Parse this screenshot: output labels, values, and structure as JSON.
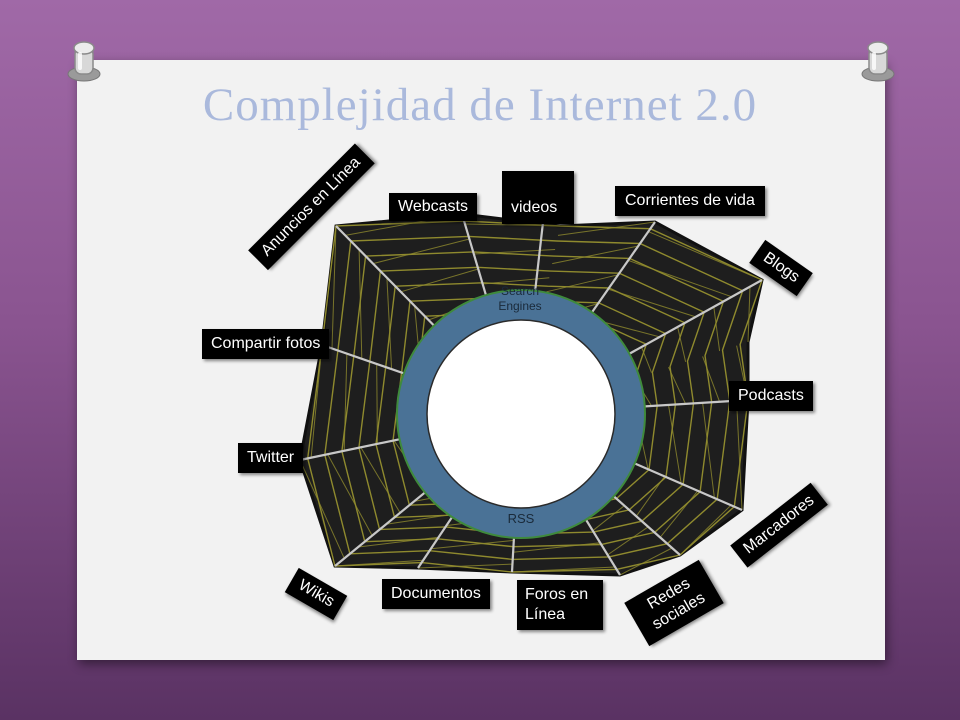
{
  "title": "Complejidad de Internet 2.0",
  "ring": {
    "top_label": "Search Engines",
    "bottom_label": "RSS"
  },
  "labels": {
    "anuncios": "Anuncios en Línea",
    "webcasts": "Webcasts",
    "videos": "videos",
    "corrientes": "Corrientes de vida",
    "blogs": "Blogs",
    "compartir": "Compartir fotos",
    "podcasts": "Podcasts",
    "twitter": "Twitter",
    "marcadores": "Marcadores",
    "wikis": "Wikis",
    "documentos": "Documentos",
    "foros": "Foros en Línea",
    "redes": "Redes sociales"
  },
  "colors": {
    "ring": "#4a7296",
    "ring_border": "#3f8a3c",
    "web_fill": "#1e1e1e",
    "web_thread": "#8f8a2e",
    "spoke": "#c8c8c8",
    "title": "#aab9dc"
  }
}
